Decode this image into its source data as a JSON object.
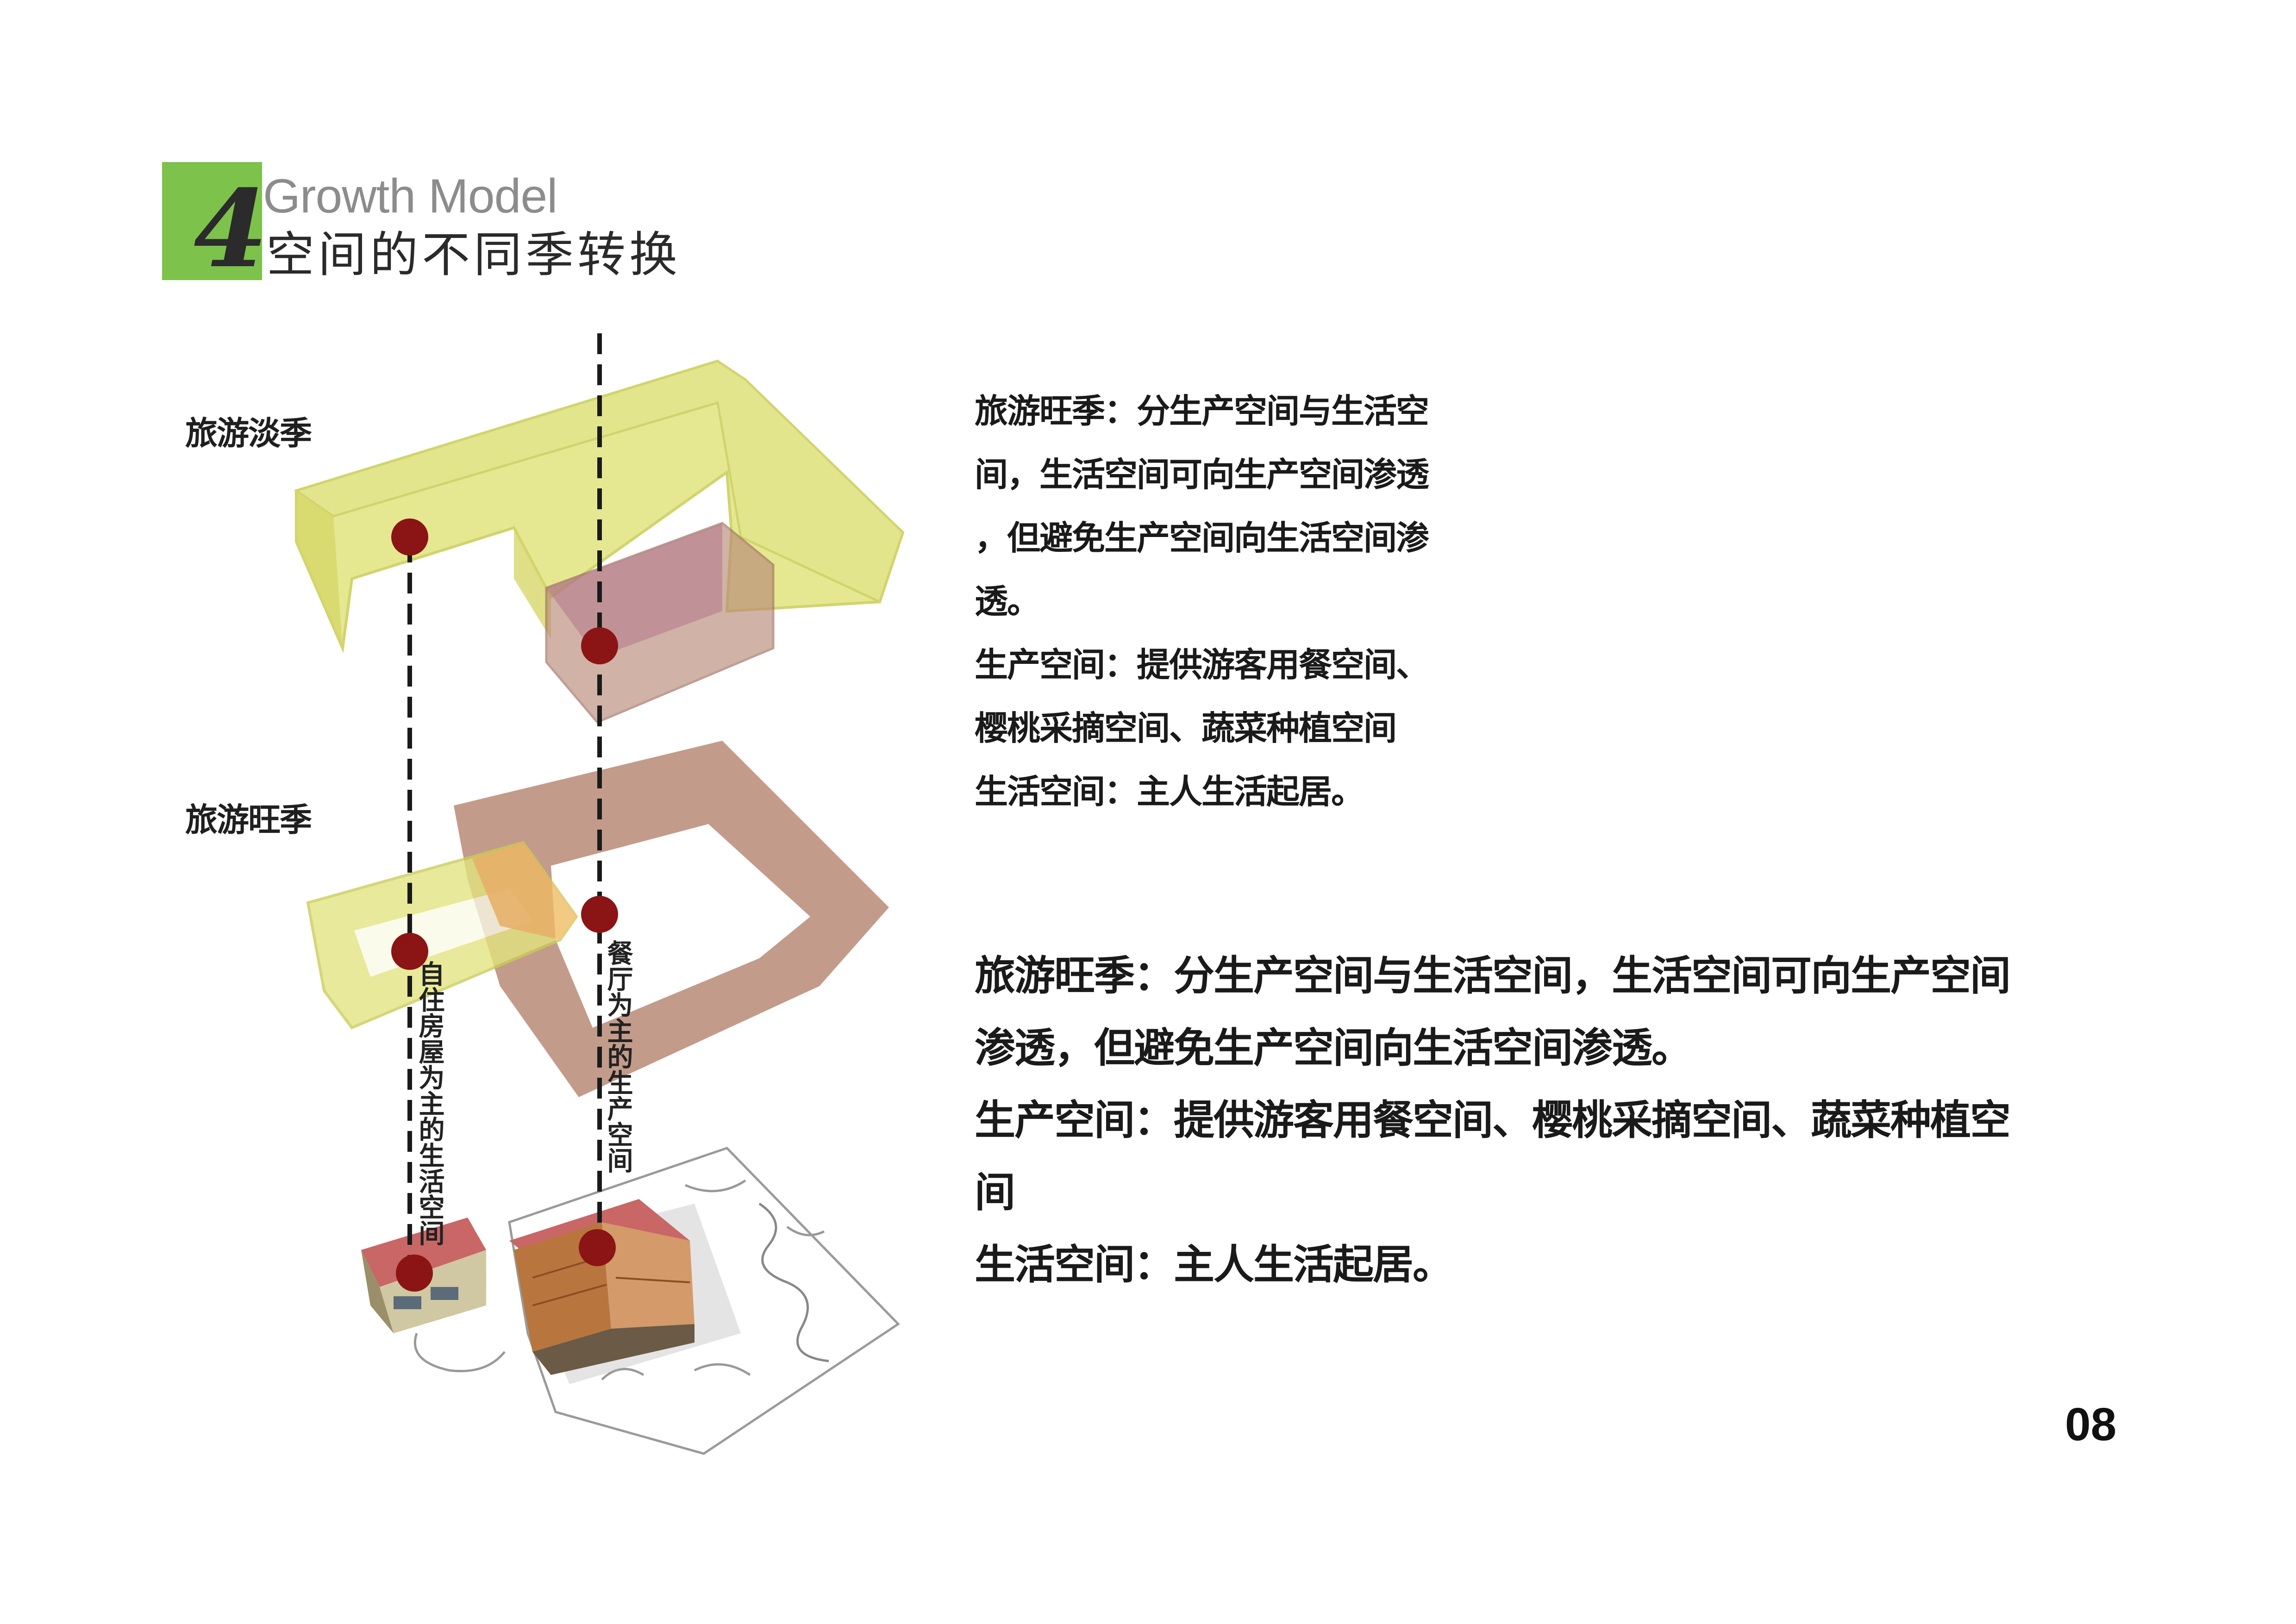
{
  "header": {
    "number": "4",
    "title_en": "Growth Model",
    "title_zh": "空间的不同季转换",
    "badge_color": "#7dc24b"
  },
  "diagram": {
    "label_off_season": "旅游淡季",
    "label_peak_season": "旅游旺季",
    "vertical_label_living": "自住房屋为主的生活空间",
    "vertical_label_production": "餐厅为主的生产空间",
    "colors": {
      "living_volume": "#e2e47e",
      "production_volume": "#b98a77",
      "marker": "#8b1414"
    },
    "icons": [
      "building-model-icon",
      "site-plan-icon"
    ]
  },
  "text_small": [
    "旅游旺季：分生产空间与生活空",
    "间，生活空间可向生产空间渗透",
    "，但避免生产空间向生活空间渗",
    "透。",
    "生产空间：提供游客用餐空间、",
    "樱桃采摘空间、蔬菜种植空间",
    "生活空间：主人生活起居。"
  ],
  "text_large": [
    "旅游旺季：分生产空间与生活空间，生活空间可向生产空间",
    "渗透，但避免生产空间向生活空间渗透。",
    "生产空间：提供游客用餐空间、樱桃采摘空间、蔬菜种植空",
    "间",
    "生活空间：主人生活起居。"
  ],
  "page_number": "08"
}
